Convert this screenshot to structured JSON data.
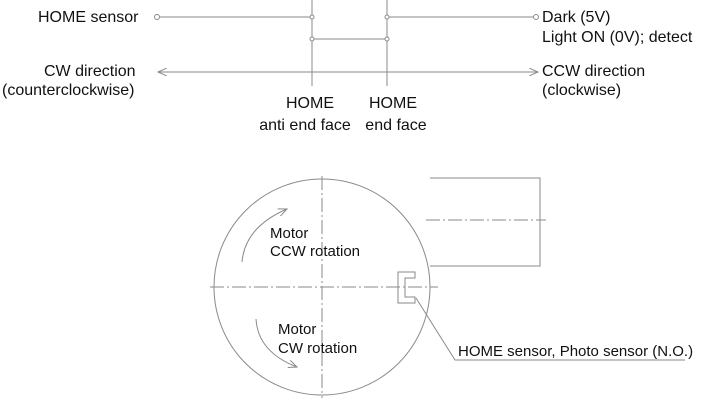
{
  "timing": {
    "home_sensor_label": "HOME sensor",
    "state_dark": "Dark (5V)",
    "state_light": "Light ON (0V); detect",
    "cw_direction_line1": "CW direction",
    "cw_direction_line2": "(counterclockwise)",
    "ccw_direction_line1": "CCW direction",
    "ccw_direction_line2": "(clockwise)",
    "home_anti_end_line1": "HOME",
    "home_anti_end_line2": "anti end face",
    "home_end_line1": "HOME",
    "home_end_line2": "end face"
  },
  "motor": {
    "ccw_line1": "Motor",
    "ccw_line2": "CCW rotation",
    "cw_line1": "Motor",
    "cw_line2": "CW rotation",
    "sensor_callout": "HOME sensor, Photo sensor (N.O.)"
  }
}
